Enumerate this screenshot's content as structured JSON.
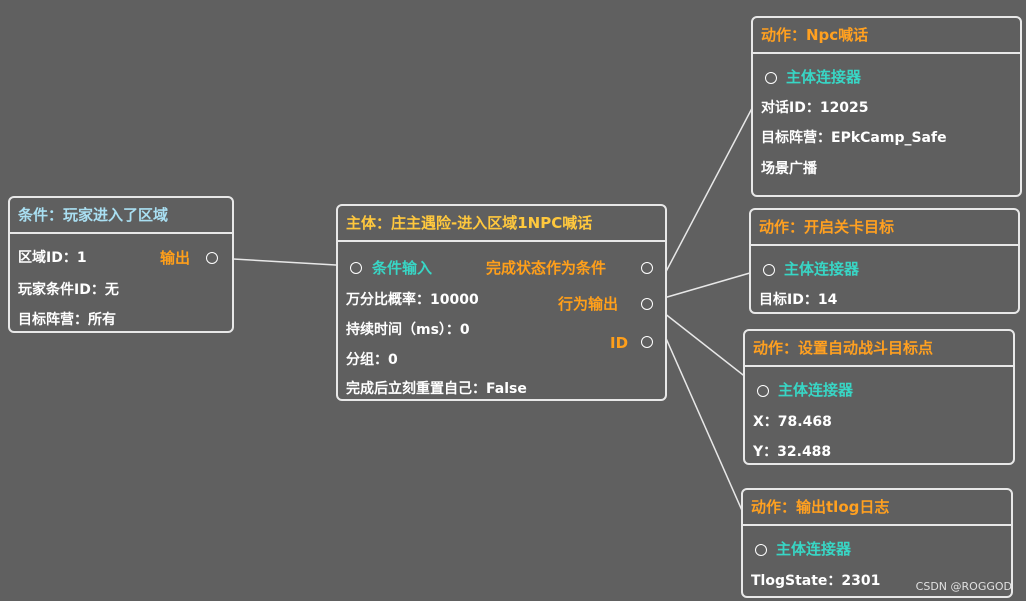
{
  "condition_node": {
    "title": "条件：玩家进入了区域",
    "output_label": "输出",
    "fields": [
      "区域ID：1",
      "玩家条件ID：无",
      "目标阵营：所有"
    ]
  },
  "main_node": {
    "title": "主体：庄主遇险-进入区域1NPC喊话",
    "input_label": "条件输入",
    "complete_output_label": "完成状态作为条件",
    "action_output_label": "行为输出",
    "id_label": "ID",
    "fields": [
      "万分比概率：10000",
      "持续时间（ms）：0",
      "分组：0",
      "完成后立刻重置自己：False"
    ]
  },
  "actions": [
    {
      "title": "动作：Npc喊话",
      "connector_label": "主体连接器",
      "fields": [
        "对话ID：12025",
        "目标阵营：EPkCamp_Safe",
        "场景广播"
      ]
    },
    {
      "title": "动作：开启关卡目标",
      "connector_label": "主体连接器",
      "fields": [
        "目标ID：14"
      ]
    },
    {
      "title": "动作：设置自动战斗目标点",
      "connector_label": "主体连接器",
      "fields": [
        "X：78.468",
        "Y：32.488"
      ]
    },
    {
      "title": "动作：输出tlog日志",
      "connector_label": "主体连接器",
      "fields": [
        "TlogState：2301"
      ]
    }
  ],
  "watermark": "CSDN @ROGGOD"
}
